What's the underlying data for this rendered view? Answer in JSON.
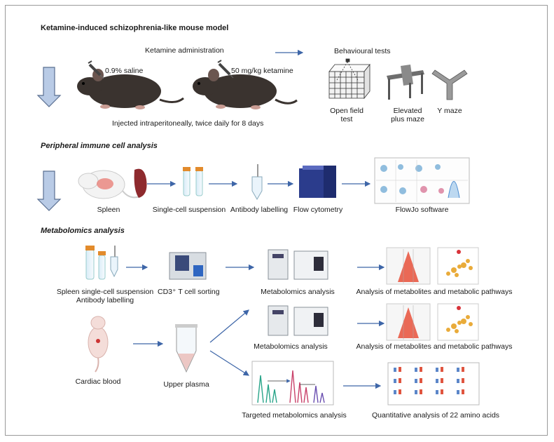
{
  "sections": {
    "model_title": "Ketamine-induced schizophrenia-like mouse model",
    "immune_title": "Peripheral immune cell analysis",
    "metabolomics_title": "Metabolomics analysis"
  },
  "model": {
    "ketamine_admin": "Ketamine administration",
    "saline": "0.9% saline",
    "ketamine_dose": "50 mg/kg ketamine",
    "injection_note": "Injected intraperitoneally, twice daily for 8 days",
    "behavioural_title": "Behavioural tests",
    "tests": [
      "Open field\ntest",
      "Elevated\nplus maze",
      "Y maze"
    ]
  },
  "immune": {
    "steps": [
      "Spleen",
      "Single-cell suspension",
      "Antibody labelling",
      "Flow cytometry",
      "FlowJo software"
    ]
  },
  "metabolomics": {
    "row1": {
      "sample": "Spleen single-cell suspension\nAntibody labelling",
      "sorting": "CD3⁺ T cell sorting",
      "analysis": "Metabolomics analysis",
      "pathways": "Analysis of metabolites and metabolic pathways"
    },
    "row2": {
      "sample": "Cardiac blood",
      "plasma": "Upper plasma",
      "analysis": "Metabolomics analysis",
      "pathways": "Analysis of metabolites and metabolic pathways"
    },
    "row3": {
      "targeted": "Targeted metabolomics analysis",
      "amino": "Quantitative analysis of 22 amino acids"
    }
  },
  "colors": {
    "big_arrow_fill": "#b9cbe6",
    "big_arrow_stroke": "#5a6f91",
    "flow_arrow": "#3e66a8",
    "mouse": "#3a332f",
    "volcano": "#e8503a",
    "bubble": "#e7a325"
  }
}
